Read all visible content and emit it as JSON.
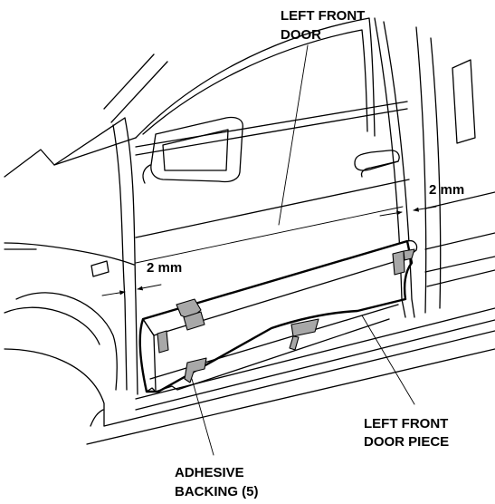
{
  "labels": {
    "left_front_door_line1": "LEFT FRONT",
    "left_front_door_line2": "DOOR",
    "gap_front": "2 mm",
    "gap_rear": "2 mm",
    "door_piece_line1": "LEFT FRONT",
    "door_piece_line2": "DOOR PIECE",
    "adhesive_line1": "ADHESIVE",
    "adhesive_line2": "BACKING (5)"
  },
  "colors": {
    "line": "#000000",
    "adhesive_backing": "#a8a8a8",
    "background": "#ffffff"
  }
}
